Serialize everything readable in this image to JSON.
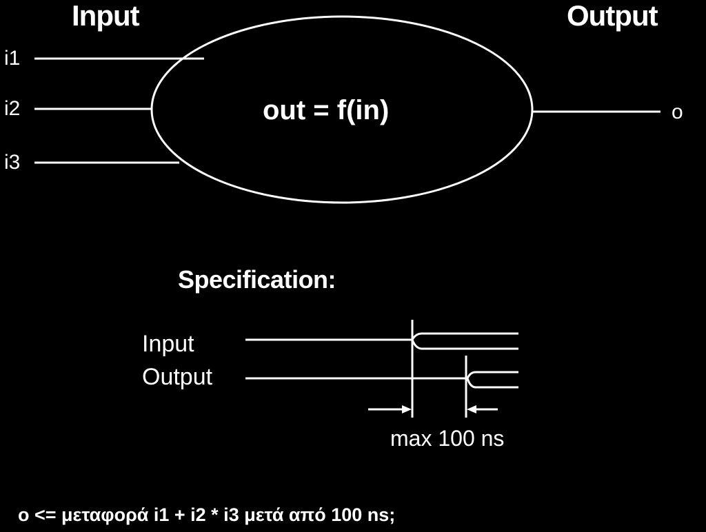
{
  "block": {
    "input_heading": "Input",
    "output_heading": "Output",
    "inputs": [
      "i1",
      "i2",
      "i3"
    ],
    "output": "o",
    "function": "out = f(in)"
  },
  "specification": {
    "heading": "Specification:",
    "signals": [
      "Input",
      "Output"
    ],
    "delay_label": "max 100 ns"
  },
  "statement": "o <= μεταφορά i1 + i2 * i3 μετά από 100 ns;"
}
